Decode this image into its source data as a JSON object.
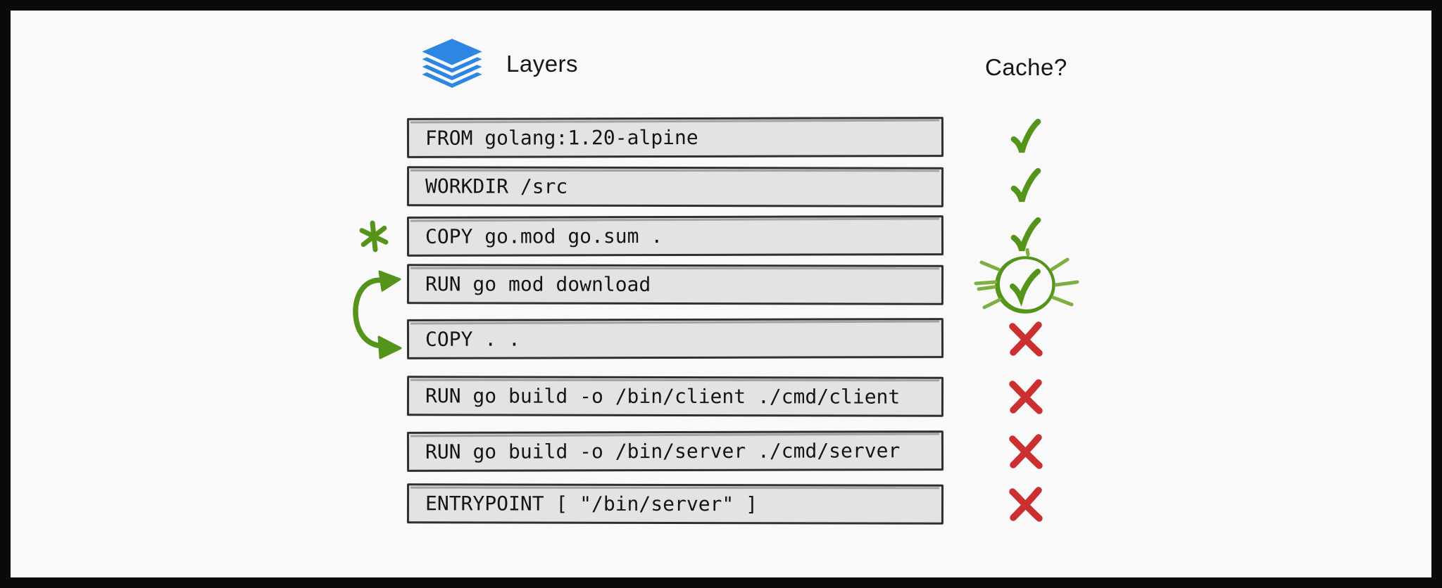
{
  "header": {
    "layers_label": "Layers",
    "cache_label": "Cache?"
  },
  "rows": [
    {
      "command": "FROM golang:1.20-alpine",
      "cache": "hit"
    },
    {
      "command": "WORKDIR /src",
      "cache": "hit"
    },
    {
      "command": "COPY go.mod go.sum .",
      "cache": "hit",
      "annotation": "asterisk"
    },
    {
      "command": "RUN go mod download",
      "cache": "hit-circled",
      "annotation": "swap-arrow-top"
    },
    {
      "command": "COPY . .",
      "cache": "miss",
      "annotation": "swap-arrow-bottom"
    },
    {
      "command": "RUN go build -o /bin/client ./cmd/client",
      "cache": "miss"
    },
    {
      "command": "RUN go build -o /bin/server ./cmd/server",
      "cache": "miss"
    },
    {
      "command": "ENTRYPOINT [ \"/bin/server\" ]",
      "cache": "miss"
    }
  ],
  "icons": {
    "layers": "blue-layers-stack-icon",
    "hit": "green-check-icon",
    "hit_circled": "green-check-circled-with-rays-icon",
    "miss": "red-cross-icon",
    "asterisk": "green-asterisk-icon",
    "swap_arrow": "green-curved-double-arrow-icon"
  },
  "colors": {
    "green": "#55941b",
    "green_light": "#7db043",
    "red": "#cb2f2f",
    "blue": "#2d87e2",
    "box_fill": "#e3e3e3",
    "box_border": "#2f2f2f",
    "background": "#f9f9f9",
    "frame": "#0a0a0a"
  }
}
